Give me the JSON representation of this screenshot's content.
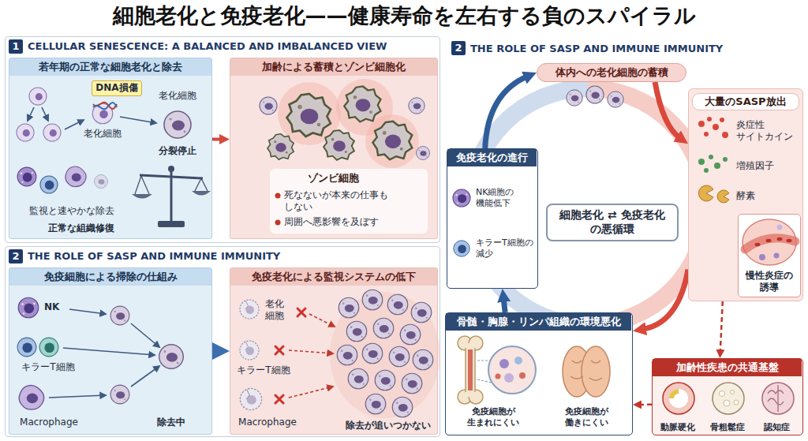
{
  "diagram": {
    "title": "細胞老化と免疫老化——健康寿命を左右する負のスパイラル",
    "nodes": [
      {
        "text": [
          "1",
          "CELLULAR SENESCENCE: A BALANCED AND IMBALANCED VIEW"
        ]
      },
      {
        "text": [
          "若年期の正常な細胞老化と除去",
          "老化細胞",
          "老化細胞",
          "分裂停止",
          "監視と速やかな除去",
          "正常な組織修復"
        ],
        "in": 0
      },
      {
        "text": [
          "DNA損傷"
        ],
        "in": 1
      },
      {
        "text": [
          "加齢による蓄積とゾンビ細胞化",
          "ゾンビ細胞",
          "死なないが本来の仕事も しない",
          "周囲へ悪影響を及ぼす"
        ],
        "in": 0
      },
      {
        "text": [
          "2",
          "THE ROLE OF SASP AND IMMUNE IMMUNITY"
        ]
      },
      {
        "text": [
          "免疫細胞による掃除の仕組み",
          "NK",
          "キラーT細胞",
          "Macrophage",
          "除去中"
        ],
        "in": 4
      },
      {
        "text": [
          "免疫老化による監視システムの低下",
          "老化 細胞",
          "キラーT細胞",
          "Macrophage",
          "除去が追いつかない"
        ],
        "in": 4
      },
      {
        "text": [
          "2"
        ]
      },
      {
        "text": [
          "体内への老化細胞の蓄積"
        ]
      },
      {
        "text": [
          "大量のSASP放出",
          "炎症性 サイトカイン",
          "増殖因子",
          "酵素"
        ]
      },
      {
        "text": [
          "慢性炎症の 誘導"
        ],
        "in": 9
      },
      {
        "text": [
          "細胞老化 ⇄ 免疫老化 の悪循環"
        ]
      },
      {
        "text": [
          "免疫老化の進行",
          "NK細胞の 機能低下",
          "キラーT細胞の 減少"
        ]
      },
      {
        "text": [
          "骨髄・胸腺・リンパ組織の環境悪化",
          "免疫細胞が 生まれにくい",
          "免疫細胞が 働きにくい"
        ]
      },
      {
        "text": [
          "加齢性疾患の共通基盤",
          "動脈硬化",
          "骨粗鬆症",
          "認知症"
        ]
      }
    ],
    "edges": [
      {
        "from": 1,
        "to": 3,
        "arrow": "to"
      },
      {
        "from": 5,
        "to": 6,
        "arrow": "to"
      },
      {
        "from": 8,
        "to": 9,
        "arrow": "to"
      },
      {
        "from": 9,
        "to": 13,
        "arrow": "to"
      },
      {
        "from": 13,
        "to": 12,
        "arrow": "to"
      },
      {
        "from": 12,
        "to": 8,
        "arrow": "to"
      },
      {
        "from": 9,
        "to": 14,
        "arrow": "to"
      },
      {
        "from": 14,
        "to": 13,
        "arrow": "to"
      }
    ],
    "labels": [
      "THE ROLE OF SASP AND IMMUNE IMMUNITY"
    ]
  }
}
